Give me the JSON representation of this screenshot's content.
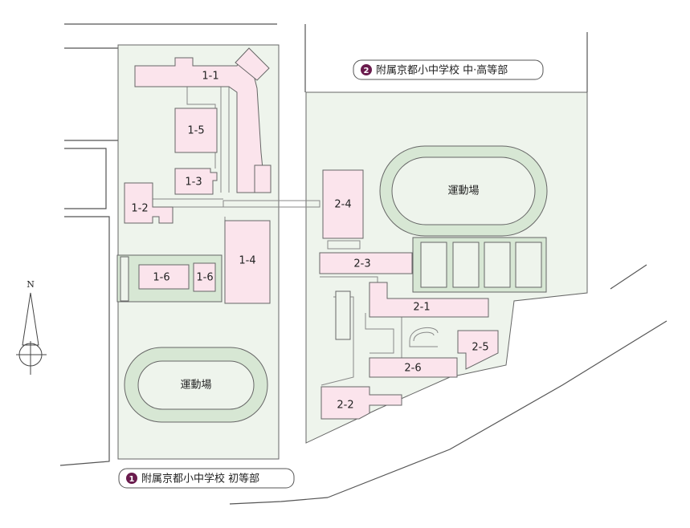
{
  "compass": {
    "north_label": "N"
  },
  "campuses": [
    {
      "id": "elementary",
      "number": "1",
      "label": "附属京都小中学校 初等部"
    },
    {
      "id": "secondary",
      "number": "2",
      "label": "附属京都小中学校 中·高等部"
    }
  ],
  "buildings": [
    {
      "id": "1-1",
      "label": "1-1"
    },
    {
      "id": "1-2",
      "label": "1-2"
    },
    {
      "id": "1-3",
      "label": "1-3"
    },
    {
      "id": "1-4",
      "label": "1-4"
    },
    {
      "id": "1-5",
      "label": "1-5"
    },
    {
      "id": "1-6a",
      "label": "1-6"
    },
    {
      "id": "1-6b",
      "label": "1-6"
    },
    {
      "id": "2-1",
      "label": "2-1"
    },
    {
      "id": "2-2",
      "label": "2-2"
    },
    {
      "id": "2-3",
      "label": "2-3"
    },
    {
      "id": "2-4",
      "label": "2-4"
    },
    {
      "id": "2-5",
      "label": "2-5"
    },
    {
      "id": "2-6",
      "label": "2-6"
    }
  ],
  "fields": {
    "elementary_field": "運動場",
    "secondary_field": "運動場"
  },
  "colors": {
    "building_fill": "#fbe4ec",
    "campus_fill": "#eef4ec",
    "field_fill": "#d7e7d4",
    "tag_number": "#6a1b4d"
  }
}
